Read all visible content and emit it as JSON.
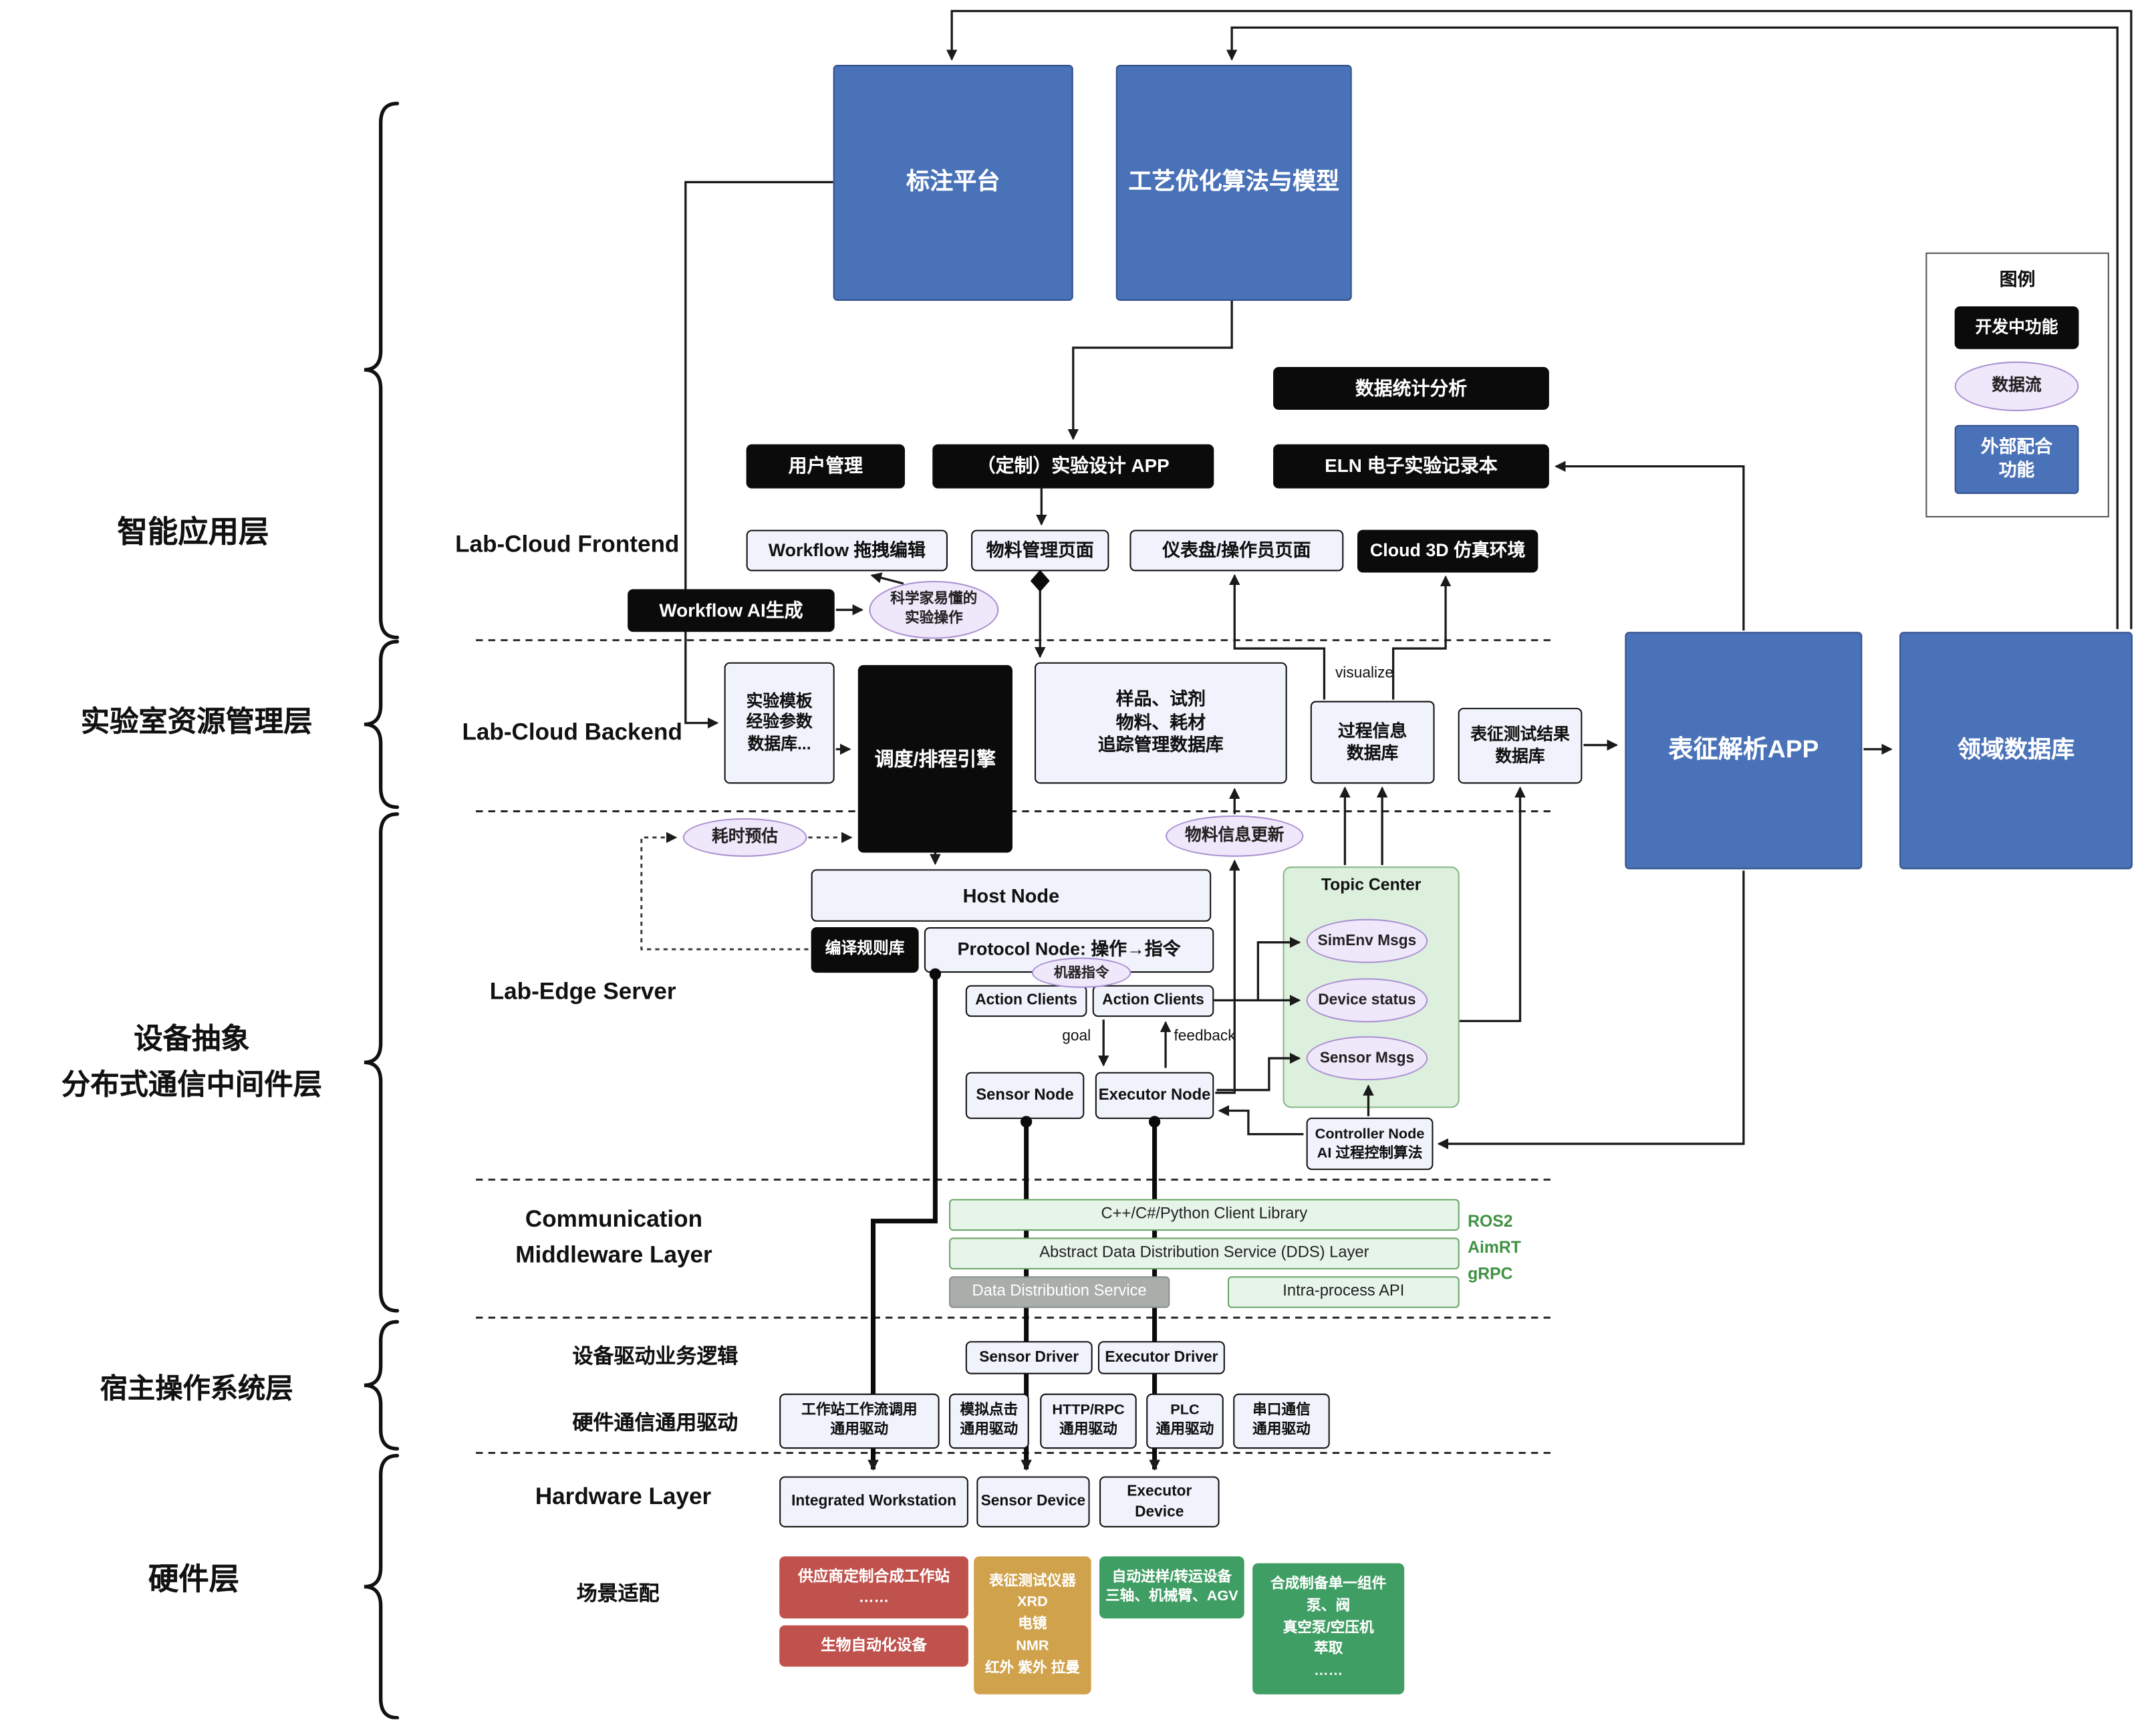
{
  "layers": {
    "app": "智能应用层",
    "resource": "实验室资源管理层",
    "device": "设备抽象\n分布式通信中间件层",
    "hostos": "宿主操作系统层",
    "hardware": "硬件层"
  },
  "sections": {
    "frontend": "Lab-Cloud Frontend",
    "backend": "Lab-Cloud Backend",
    "edge": "Lab-Edge Server",
    "middleware": "Communication\nMiddleware Layer",
    "driver_logic": "设备驱动业务逻辑",
    "hw_drivers": "硬件通信通用驱动",
    "hw_layer": "Hardware Layer",
    "scenario": "场景适配"
  },
  "legend": {
    "title": "图例",
    "dev": "开发中功能",
    "flow": "数据流",
    "external": "外部配合\n功能"
  },
  "nodes": {
    "annotation_platform": "标注平台",
    "process_opt": "工艺优化算法与模型",
    "stats": "数据统计分析",
    "user_mgmt": "用户管理",
    "custom_app": "（定制）实验设计 APP",
    "eln": "ELN 电子实验记录本",
    "wf_edit": "Workflow 拖拽编辑",
    "material_page": "物料管理页面",
    "dashboard_page": "仪表盘/操作员页面",
    "cloud3d": "Cloud 3D 仿真环境",
    "wf_ai": "Workflow AI生成",
    "sci_ops": "科学家易懂的\n实验操作",
    "template_db": "实验模板\n经验参数\n数据库...",
    "scheduler": "调度/排程引擎",
    "tracking_db": "样品、试剂\n物料、耗材\n追踪管理数据库",
    "visualize": "visualize",
    "process_db": "过程信息\n数据库",
    "char_result_db": "表征测试结果\n数据库",
    "char_app": "表征解析APP",
    "domain_db": "领域数据库",
    "time_est": "耗时预估",
    "material_update": "物料信息更新",
    "host_node": "Host Node",
    "compile_lib": "编译规则库",
    "protocol_node": "Protocol Node: 操作→指令",
    "machine_instr": "机器指令",
    "action_clients_1": "Action Clients",
    "action_clients_2": "Action Clients",
    "topic_center": "Topic Center",
    "simenv": "SimEnv Msgs",
    "dev_status": "Device status",
    "sensor_msgs": "Sensor Msgs",
    "goal": "goal",
    "feedback": "feedback",
    "sensor_node": "Sensor Node",
    "executor_node": "Executor Node",
    "controller_node": "Controller Node\nAI 过程控制算法",
    "client_lib": "C++/C#/Python Client Library",
    "dds_layer": "Abstract Data Distribution Service (DDS) Layer",
    "dds_service": "Data Distribution Service",
    "intra_api": "Intra-process API",
    "ros_stack": "ROS2\nAimRT\ngRPC",
    "sensor_driver": "Sensor Driver",
    "executor_driver": "Executor Driver",
    "drv_workstation": "工作站工作流调用\n通用驱动",
    "drv_click": "模拟点击\n通用驱动",
    "drv_http": "HTTP/RPC\n通用驱动",
    "drv_plc": "PLC\n通用驱动",
    "drv_serial": "串口通信\n通用驱动",
    "int_workstation": "Integrated Workstation",
    "sensor_device": "Sensor Device",
    "executor_device": "Executor Device",
    "vendor_ws": "供应商定制合成工作站\n……",
    "bio_auto": "生物自动化设备",
    "char_instr": "表征测试仪器\nXRD\n电镜\nNMR\n红外 紫外 拉曼",
    "transfer_dev": "自动进样/转运设备\n三轴、机械臂、AGV",
    "synth_comp": "合成制备单一组件\n泵、阀\n真空泵/空压机\n萃取\n……"
  },
  "colors": {
    "blue": "#4a72b8",
    "black": "#0b0b0b",
    "data_flow_fill": "#efe7fa",
    "green": "#e7f4e9",
    "red": "#c0524d",
    "yellow": "#d0a24b",
    "hw_green": "#3f9e63"
  }
}
